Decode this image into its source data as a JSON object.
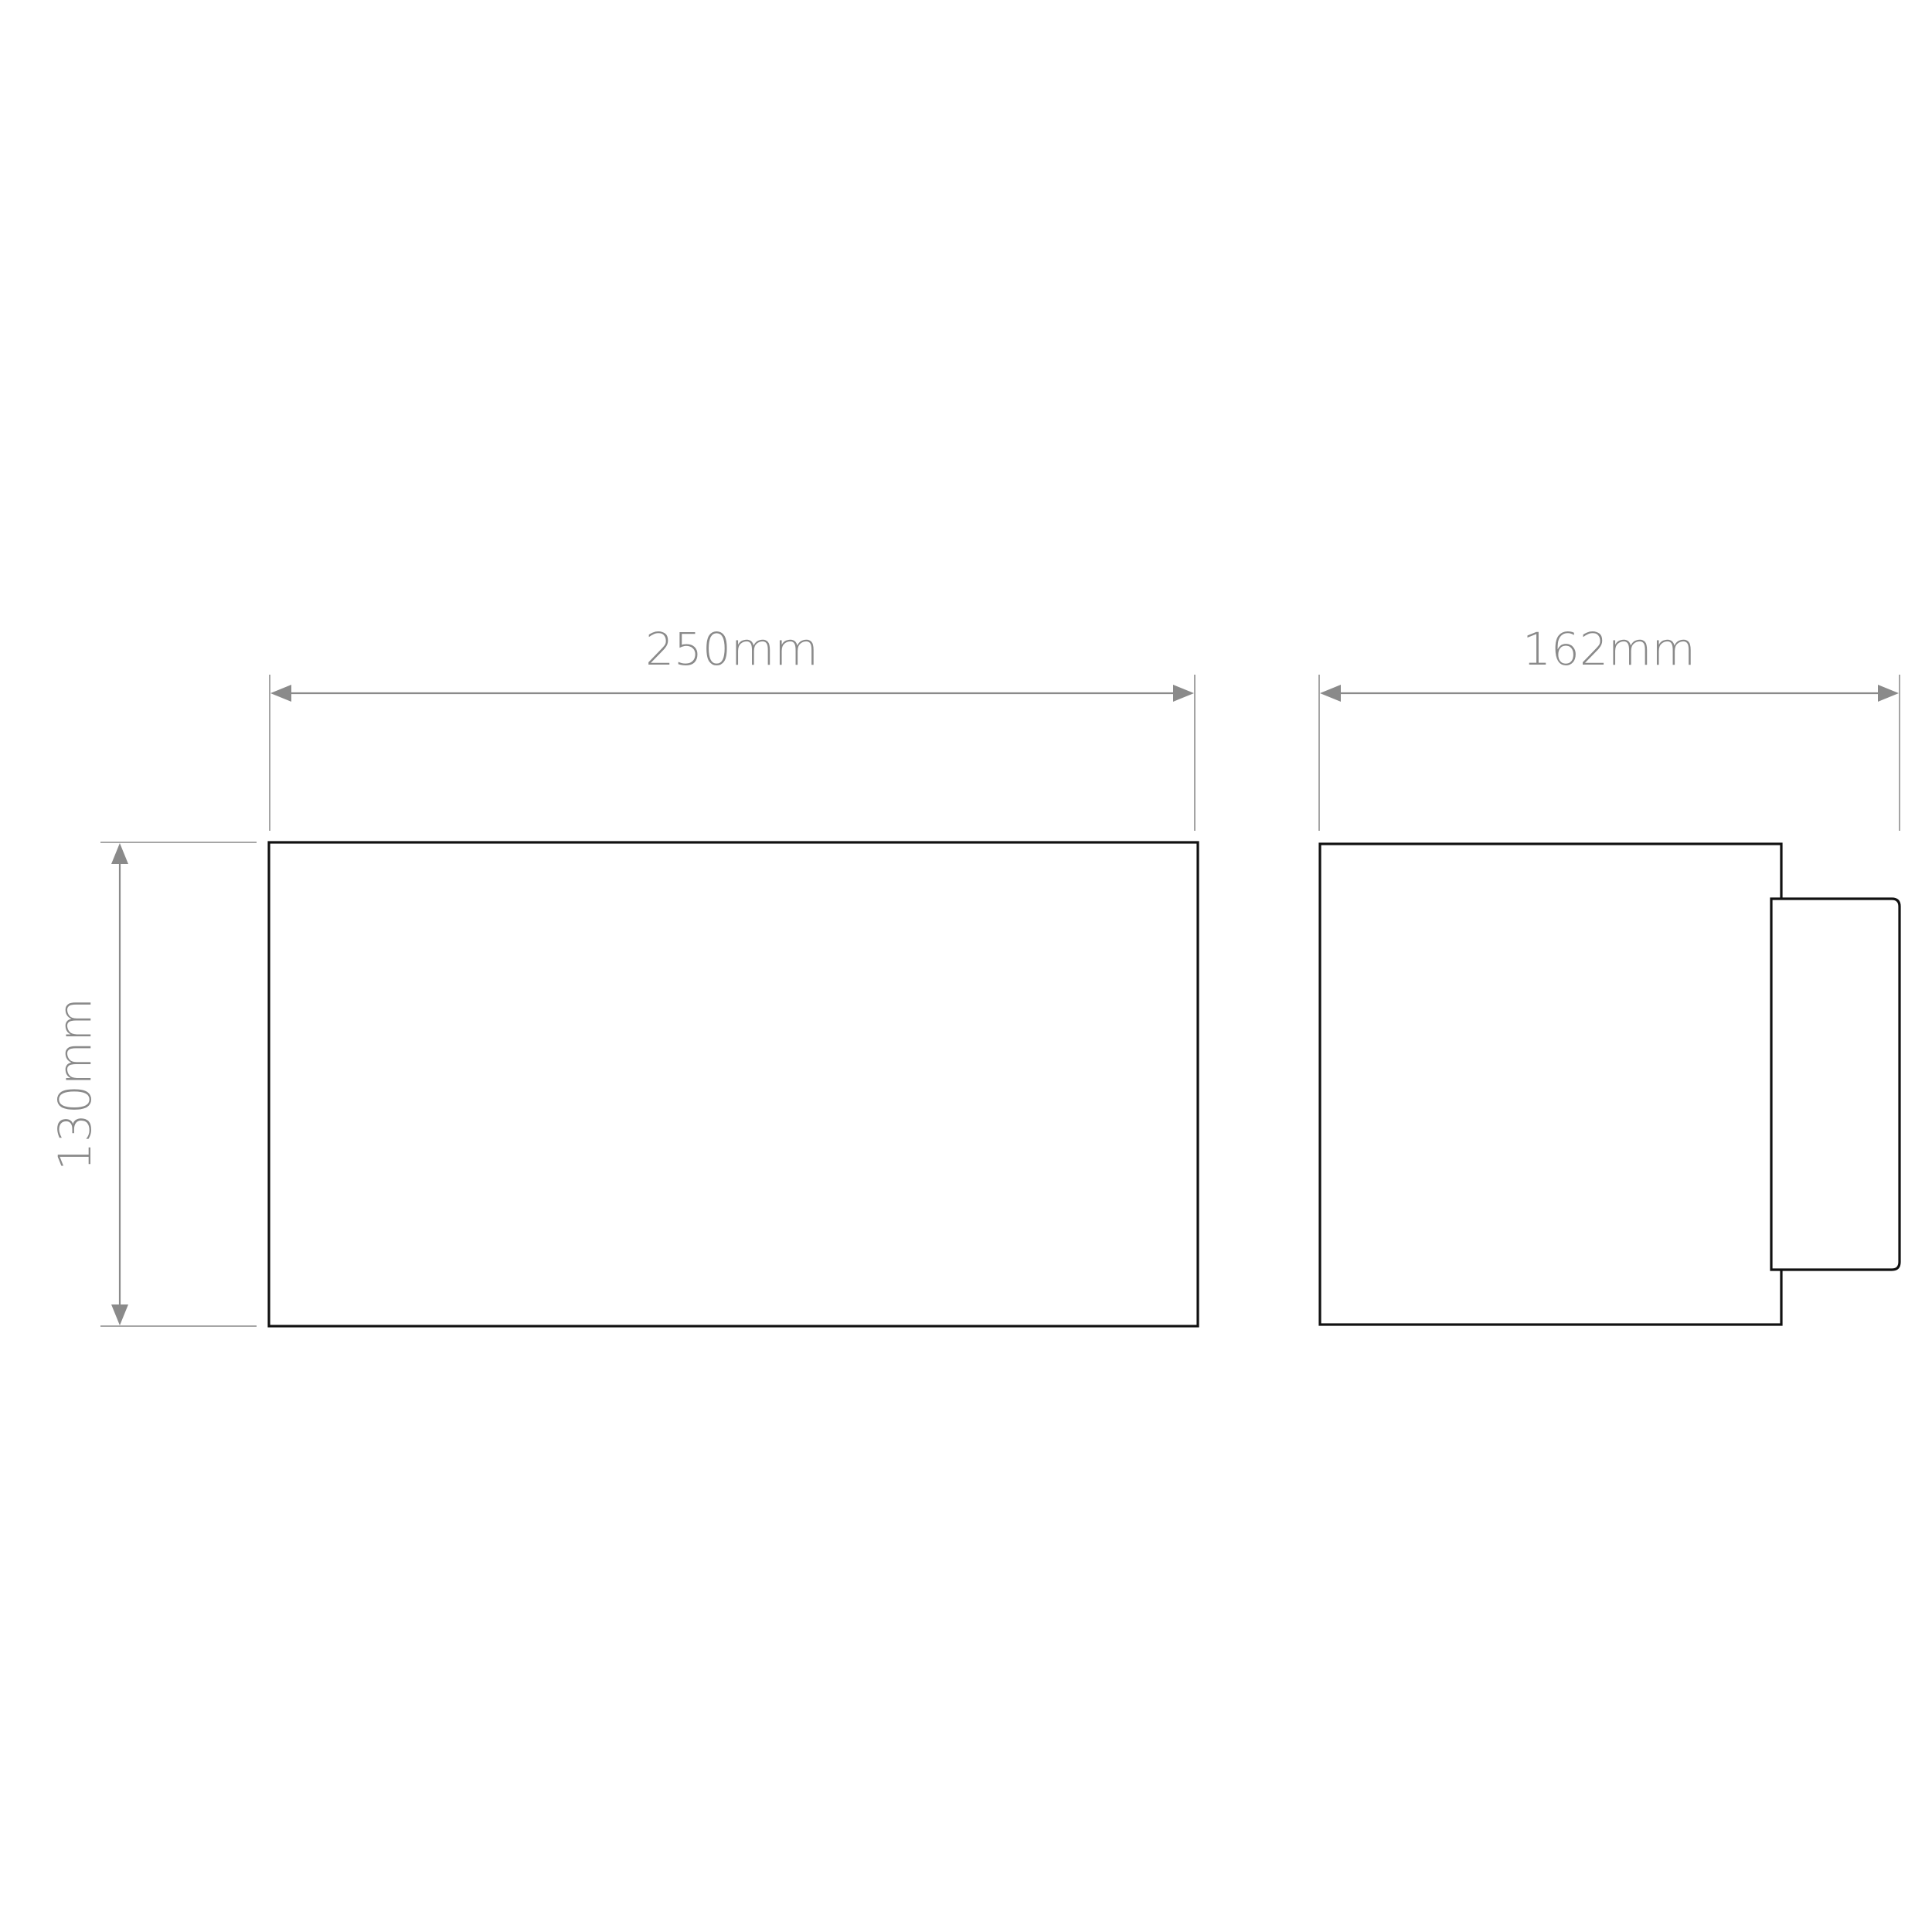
{
  "dimensions": {
    "width_label": "250mm",
    "depth_label": "162mm",
    "height_label": "130mm"
  }
}
